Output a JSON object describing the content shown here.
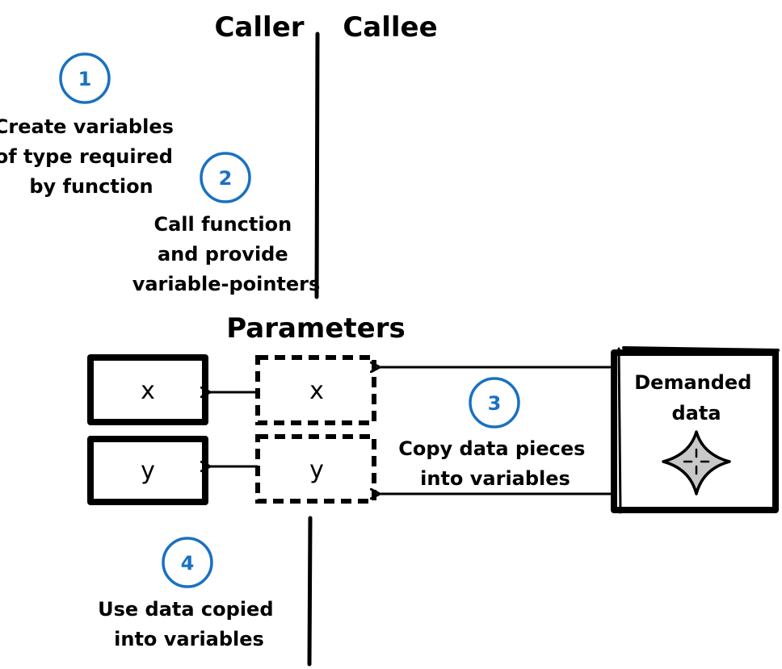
{
  "colors": {
    "ink": "#000000",
    "accent": "#1971c2",
    "star_fill": "#c8c8c8"
  },
  "labels": {
    "caller": "Caller",
    "callee": "Callee",
    "parameters": "Parameters"
  },
  "steps": [
    {
      "number": "1",
      "lines": [
        "Create variables",
        "of type required",
        "by function"
      ]
    },
    {
      "number": "2",
      "lines": [
        "Call function",
        "and provide",
        "variable-pointers"
      ]
    },
    {
      "number": "3",
      "lines": [
        "Copy data pieces",
        "into variables"
      ]
    },
    {
      "number": "4",
      "lines": [
        "Use data copied",
        "into variables"
      ]
    }
  ],
  "variables": [
    "x",
    "y"
  ],
  "parameters": [
    "x",
    "y"
  ],
  "demanded": {
    "lines": [
      "Demanded",
      "data"
    ],
    "icon": "sparkle-crosshair-icon"
  }
}
